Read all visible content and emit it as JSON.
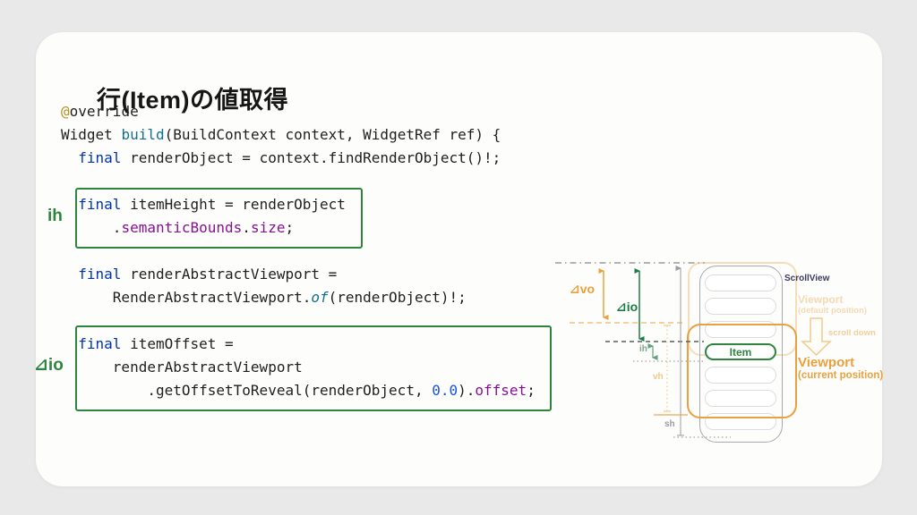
{
  "colors": {
    "bg": "#e9e9e9",
    "card": "#fdfdfc",
    "text": "#1f1f1f",
    "gold": "#b8901c",
    "kw": "#0033b3",
    "fn": "#11708e",
    "fld": "#871094",
    "num": "#1750eb",
    "green": "#2e8540",
    "greendiag": "#1e7a45",
    "greensoft": "#79a888",
    "orange": "#e8a13e",
    "orangesoft": "#f0c98e",
    "orangefaint": "rgba(232,161,62,0.35)",
    "grayline": "#b3b3b3",
    "graysh": "#9a9aa2",
    "darkdash": "#55605a",
    "svborder": "#a8a8b2",
    "rowborder": "#dcdce0",
    "svlabel": "#3a3a5e"
  },
  "title": "行(Item)の値取得",
  "code": {
    "lines": [
      [
        [
          "an",
          "@"
        ],
        [
          "pl",
          "override"
        ]
      ],
      [
        [
          "pl",
          "Widget "
        ],
        [
          "fn",
          "build"
        ],
        [
          "pl",
          "(BuildContext context, WidgetRef ref) {"
        ]
      ],
      [
        [
          "pl",
          "  "
        ],
        [
          "kw",
          "final"
        ],
        [
          "pl",
          " renderObject = context.findRenderObject()!;"
        ]
      ],
      [],
      [
        [
          "pl",
          "  "
        ],
        [
          "kw",
          "final"
        ],
        [
          "pl",
          " itemHeight = renderObject"
        ]
      ],
      [
        [
          "pl",
          "      ."
        ],
        [
          "fld",
          "semanticBounds"
        ],
        [
          "pl",
          "."
        ],
        [
          "fld",
          "size"
        ],
        [
          "pl",
          ";"
        ]
      ],
      [],
      [
        [
          "pl",
          "  "
        ],
        [
          "kw",
          "final"
        ],
        [
          "pl",
          " renderAbstractViewport ="
        ]
      ],
      [
        [
          "pl",
          "      RenderAbstractViewport."
        ],
        [
          "it",
          "of"
        ],
        [
          "pl",
          "(renderObject)!;"
        ]
      ],
      [],
      [
        [
          "pl",
          "  "
        ],
        [
          "kw",
          "final"
        ],
        [
          "pl",
          " itemOffset ="
        ]
      ],
      [
        [
          "pl",
          "      renderAbstractViewport"
        ]
      ],
      [
        [
          "pl",
          "          .getOffsetToReveal(renderObject, "
        ],
        [
          "num",
          "0.0"
        ],
        [
          "pl",
          ")."
        ],
        [
          "fld",
          "offset"
        ],
        [
          "pl",
          ";"
        ]
      ]
    ]
  },
  "annotations": {
    "item_height_label": "ih",
    "item_offset_label": "⊿io"
  },
  "diagram": {
    "labels": {
      "scrollview": "ScrollView",
      "viewport_default_title": "Viewport",
      "viewport_default_sub": "(default position)",
      "scroll_down": "scroll down",
      "viewport_current_title": "Viewport",
      "viewport_current_sub": "(current position)",
      "item": "Item",
      "vo": "⊿vo",
      "io": "⊿io",
      "ih": "ih",
      "vh": "vh",
      "sh": "sh"
    },
    "rows": 7,
    "item_row_index": 3
  }
}
